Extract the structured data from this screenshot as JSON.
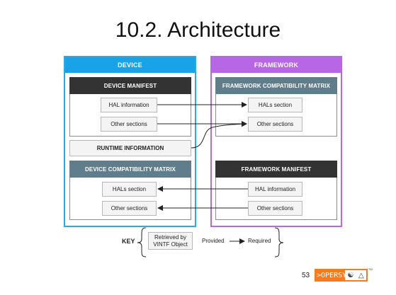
{
  "title": "10.2. Architecture",
  "device": {
    "header": "DEVICE",
    "manifest": {
      "title": "DEVICE MANIFEST",
      "hal_info": "HAL information",
      "other_sections": "Other sections"
    },
    "runtime_info": "RUNTIME INFORMATION",
    "compat_matrix": {
      "title": "DEVICE COMPATIBILITY MATRIX",
      "hals_section": "HALs section",
      "other_sections": "Other sections"
    }
  },
  "framework": {
    "header": "FRAMEWORK",
    "compat_matrix": {
      "title": "FRAMEWORK COMPATIBILITY MATRIX",
      "hals_section": "HALs section",
      "other_sections": "Other sections"
    },
    "manifest": {
      "title": "FRAMEWORK MANIFEST",
      "hal_info": "HAL information",
      "other_sections": "Other sections"
    }
  },
  "key": {
    "label": "KEY",
    "retrieved_by": "Retrieved by VINTF Object",
    "provided": "Provided",
    "required": "Required"
  },
  "footer": {
    "page_number": "53",
    "logo_text": ">OPERSYS",
    "logo_icons": [
      "android-icon",
      "tux-icon"
    ],
    "tm": "TM"
  },
  "colors": {
    "device": "#18a3e6",
    "framework": "#b766e6",
    "dark_panel": "#333333",
    "slate_panel": "#607d8b",
    "logo": "#f47b20"
  }
}
